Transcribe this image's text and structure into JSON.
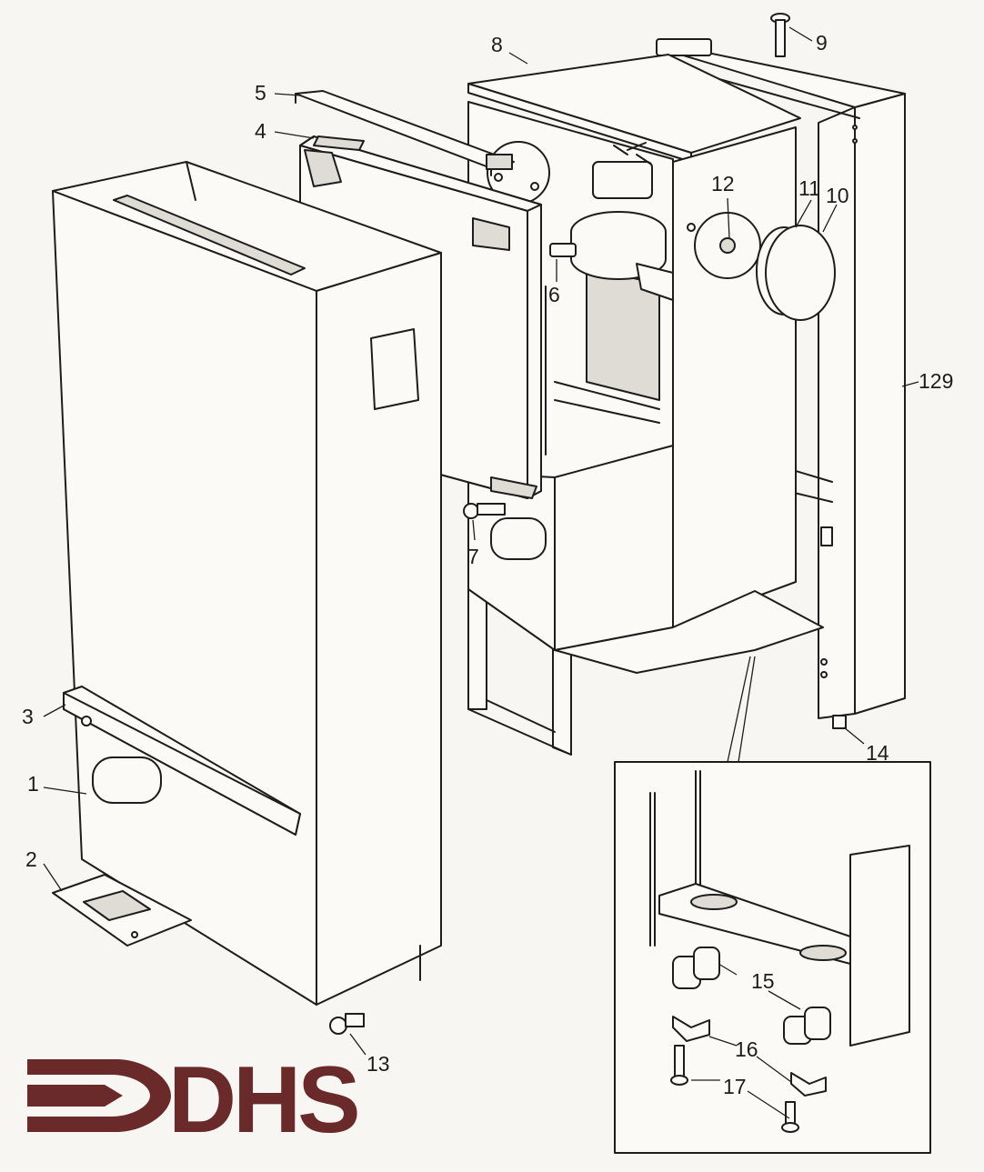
{
  "logo": {
    "text": "DHS",
    "color": "#6b2a2a"
  },
  "callouts": {
    "c1": "1",
    "c2": "2",
    "c3": "3",
    "c4": "4",
    "c5": "5",
    "c6": "6",
    "c7": "7",
    "c8": "8",
    "c9": "9",
    "c10": "10",
    "c11": "11",
    "c12": "12",
    "c13": "13",
    "c14": "14",
    "c15": "15",
    "c16": "16",
    "c17": "17",
    "c129": "129"
  },
  "colors": {
    "ink": "#1d1d1d",
    "paper": "#f7f6f2",
    "brand": "#6b2a2a"
  }
}
